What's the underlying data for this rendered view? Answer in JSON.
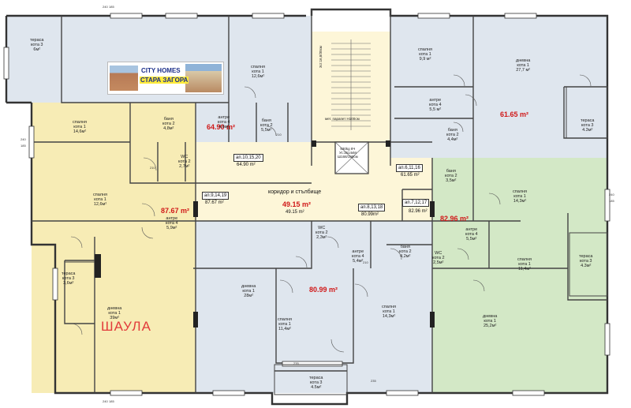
{
  "logo": {
    "line1": "CITY HOMES",
    "line2": "СТАРА ЗАГОРА"
  },
  "watermark": "ШАУЛА",
  "corridor": "коридор и стълбище",
  "colors": {
    "yellow": "#f7ecb5",
    "blue": "#dfe6ee",
    "green": "#d3e8c6",
    "corridor": "#fdf6d8",
    "red": "#d01818"
  },
  "apartments": [
    {
      "tag": "ап.10,15,20",
      "area": "64.90 m²",
      "tag_area": "64.90 m²"
    },
    {
      "tag": "ап.9,14,19",
      "area": "87.67 m²",
      "tag_area": "87.67 m²"
    },
    {
      "tag": "ап.6,11,16",
      "area": "61.65 m²",
      "tag_area": "61.65 m²"
    },
    {
      "tag": "ап.7,12,17",
      "area": "82.96 m²",
      "tag_area": "82.96 m²"
    },
    {
      "tag": "ап.8,13,18",
      "area": "80.99 m²",
      "tag_area": "80.99m²"
    },
    {
      "tag": "",
      "area": "49.15 m²",
      "tag_area": "49.15 m²"
    }
  ],
  "rooms": [
    {
      "name": "тераса",
      "floor": "кота 3",
      "size": "6м²"
    },
    {
      "name": "спалня",
      "floor": "кота 1",
      "size": "12,6м²"
    },
    {
      "name": "баня",
      "floor": "кота 2",
      "size": "4,8м²"
    },
    {
      "name": "антре",
      "floor": "кота 4",
      "size": "4,6м²"
    },
    {
      "name": "баня",
      "floor": "кота 2",
      "size": "5,5м²"
    },
    {
      "name": "спалня",
      "floor": "кота 1",
      "size": "14,6м²"
    },
    {
      "name": "WC",
      "floor": "кота 2",
      "size": "2,7м²"
    },
    {
      "name": "антре",
      "floor": "кота 4",
      "size": "5,9м²"
    },
    {
      "name": "спалня",
      "floor": "кота 1",
      "size": "12,6м²"
    },
    {
      "name": "тераса",
      "floor": "кота 3",
      "size": "3,6м²"
    },
    {
      "name": "дневна",
      "floor": "кота 1",
      "size": "39м²"
    },
    {
      "name": "спалня",
      "floor": "кота 1",
      "size": "9,9 м²"
    },
    {
      "name": "дневна",
      "floor": "кота 1",
      "size": "27,7 м²"
    },
    {
      "name": "антре",
      "floor": "кота 4",
      "size": "5,5 м²"
    },
    {
      "name": "баня",
      "floor": "кота 2",
      "size": "4,4м²"
    },
    {
      "name": "тераса",
      "floor": "кота 3",
      "size": "4.3м²"
    },
    {
      "name": "баня",
      "floor": "кота 2",
      "size": "3,5м²"
    },
    {
      "name": "спалня",
      "floor": "кота 1",
      "size": "14,3м²"
    },
    {
      "name": "антре",
      "floor": "кота 4",
      "size": "5,5м²"
    },
    {
      "name": "WC",
      "floor": "кота 2",
      "size": "2,5м²"
    },
    {
      "name": "спалня",
      "floor": "кота 1",
      "size": "11,4м²"
    },
    {
      "name": "тераса",
      "floor": "кота 3",
      "size": "4.3м²"
    },
    {
      "name": "дневна",
      "floor": "кота 1",
      "size": "25,2м²"
    },
    {
      "name": "WC",
      "floor": "кота 2",
      "size": "2,3м²"
    },
    {
      "name": "антре",
      "floor": "кота 4",
      "size": "5,4м²"
    },
    {
      "name": "баня",
      "floor": "кота 2",
      "size": "4,2м²"
    },
    {
      "name": "дневна",
      "floor": "кота 1",
      "size": "28м²"
    },
    {
      "name": "спалня",
      "floor": "кота 1",
      "size": "11,4м²"
    },
    {
      "name": "спалня",
      "floor": "кота 1",
      "size": "14,3м²"
    },
    {
      "name": "тераса",
      "floor": "кота 3",
      "size": "4.5м²"
    }
  ],
  "elevator": {
    "line1": "630kg 8Ч",
    "line2": "Ус:1614кМ",
    "line3": "Ш168/190см"
  },
  "stairs": {
    "a": "3ст.16,8/30см",
    "b": "мет. парапет Н100см"
  },
  "dims": {
    "d240": "240",
    "d185": "185",
    "d210": "210",
    "d90": "90",
    "d100": "100",
    "d235": "235",
    "d50": "50"
  }
}
